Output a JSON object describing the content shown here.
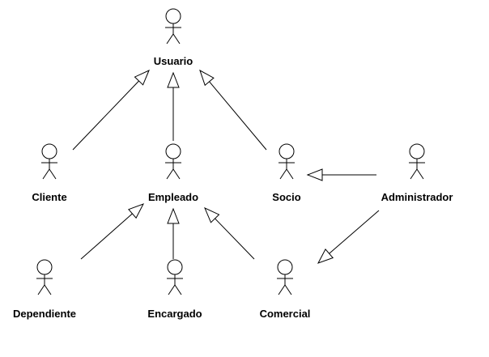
{
  "actors": [
    {
      "id": "usuario",
      "label": "Usuario"
    },
    {
      "id": "cliente",
      "label": "Cliente"
    },
    {
      "id": "empleado",
      "label": "Empleado"
    },
    {
      "id": "socio",
      "label": "Socio"
    },
    {
      "id": "administrador",
      "label": "Administrador"
    },
    {
      "id": "dependiente",
      "label": "Dependiente"
    },
    {
      "id": "encargado",
      "label": "Encargado"
    },
    {
      "id": "comercial",
      "label": "Comercial"
    }
  ],
  "relations": [
    {
      "from": "cliente",
      "to": "usuario",
      "kind": "generalization"
    },
    {
      "from": "empleado",
      "to": "usuario",
      "kind": "generalization"
    },
    {
      "from": "socio",
      "to": "usuario",
      "kind": "generalization"
    },
    {
      "from": "administrador",
      "to": "socio",
      "kind": "generalization"
    },
    {
      "from": "dependiente",
      "to": "empleado",
      "kind": "generalization"
    },
    {
      "from": "encargado",
      "to": "empleado",
      "kind": "generalization"
    },
    {
      "from": "comercial",
      "to": "empleado",
      "kind": "generalization"
    },
    {
      "from": "administrador",
      "to": "comercial",
      "kind": "generalization"
    }
  ],
  "colors": {
    "stroke": "#000000",
    "fill": "#ffffff",
    "text": "#000000"
  }
}
